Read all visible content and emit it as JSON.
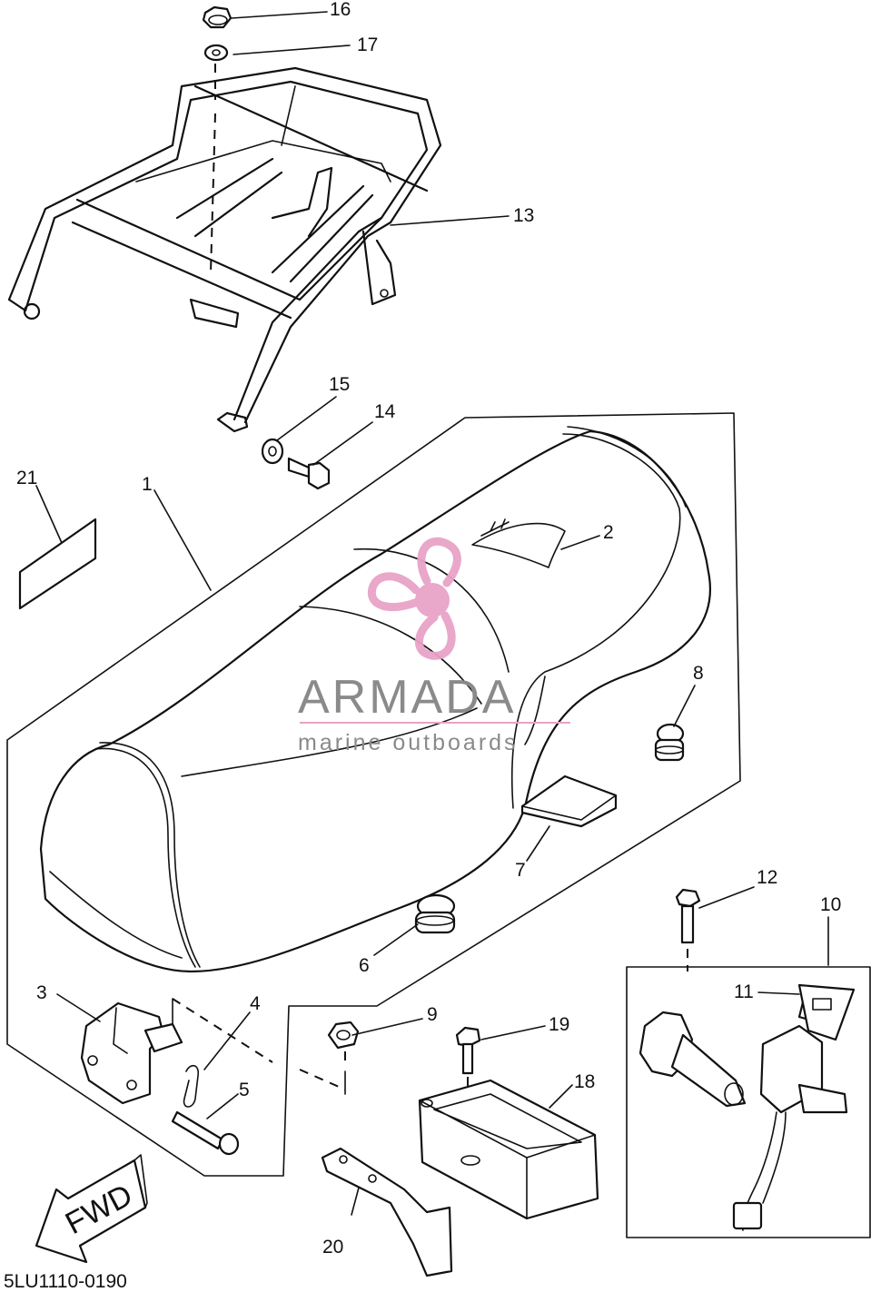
{
  "drawing_code": "5LU1110-0190",
  "fwd_label": "FWD",
  "watermark": {
    "brand": "ARMADA",
    "tagline": "marine outboards",
    "accent_color": "#e8a3c8",
    "text_color": "#8a8a8a",
    "icon": "propeller-logo-icon"
  },
  "callouts": [
    "1",
    "2",
    "3",
    "4",
    "5",
    "6",
    "7",
    "8",
    "9",
    "10",
    "11",
    "12",
    "13",
    "14",
    "15",
    "16",
    "17",
    "18",
    "19",
    "20",
    "21"
  ]
}
